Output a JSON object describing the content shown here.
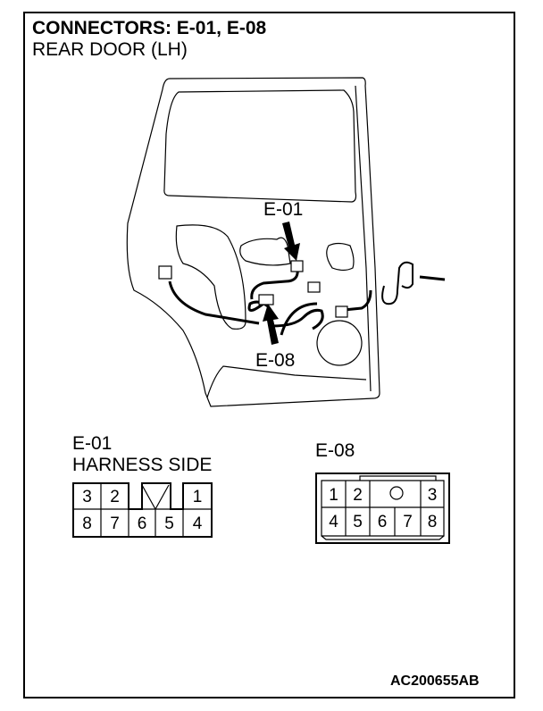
{
  "header": {
    "title": "CONNECTORS: E-01, E-08",
    "subtitle": "REAR DOOR (LH)"
  },
  "illustration": {
    "callout_e01": "E-01",
    "callout_e08": "E-08"
  },
  "connector_e01": {
    "name": "E-01",
    "side": "HARNESS SIDE",
    "top_row": [
      "3",
      "2",
      "1"
    ],
    "bottom_row": [
      "8",
      "7",
      "6",
      "5",
      "4"
    ]
  },
  "connector_e08": {
    "name": "E-08",
    "top_row": [
      "1",
      "2",
      "3"
    ],
    "bottom_row": [
      "4",
      "5",
      "6",
      "7",
      "8"
    ]
  },
  "footer": {
    "code": "AC200655AB"
  }
}
